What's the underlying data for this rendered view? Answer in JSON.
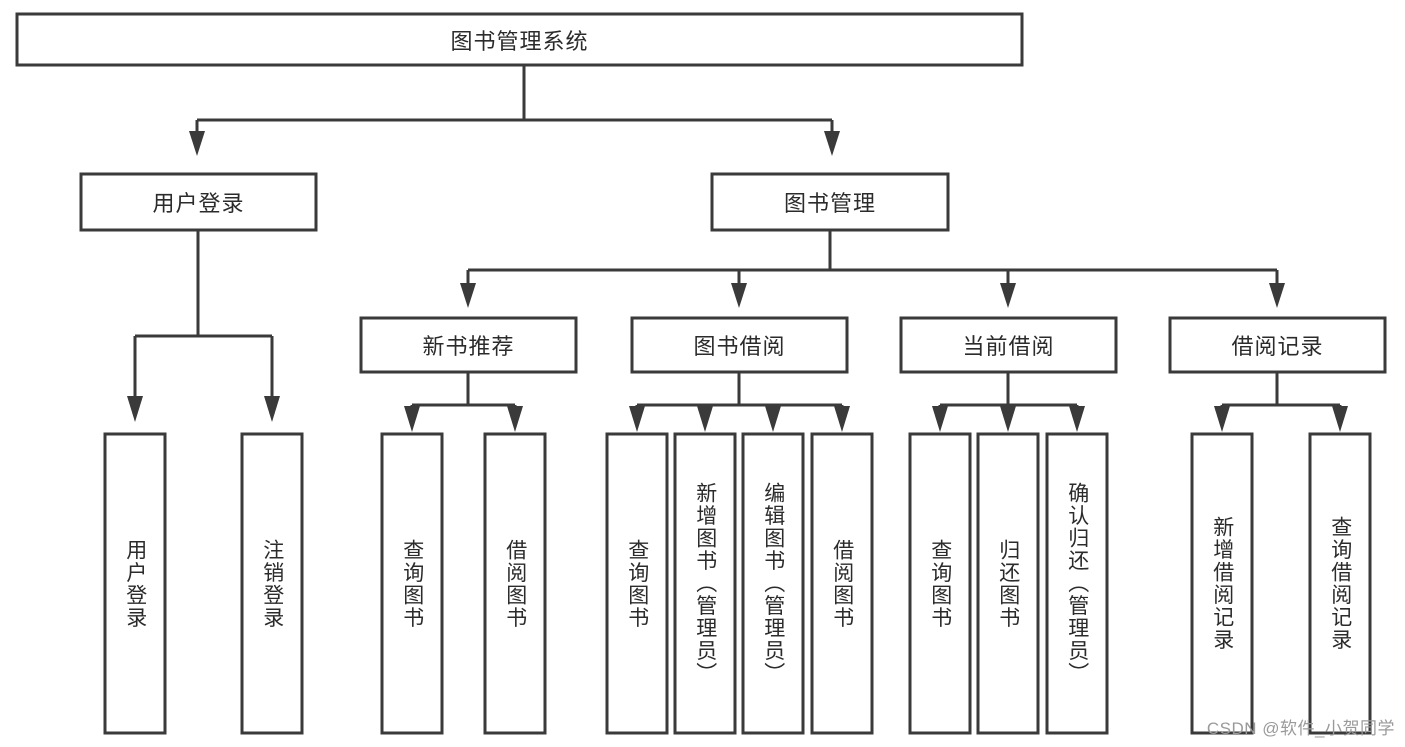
{
  "diagram": {
    "type": "hierarchy-tree",
    "title": "图书管理系统",
    "root": {
      "id": "root",
      "label": "图书管理系统"
    },
    "level1": [
      {
        "id": "user-login",
        "label": "用户登录"
      },
      {
        "id": "book-management",
        "label": "图书管理"
      }
    ],
    "level2": [
      {
        "id": "new-book-recommend",
        "label": "新书推荐",
        "parent": "book-management"
      },
      {
        "id": "book-borrow",
        "label": "图书借阅",
        "parent": "book-management"
      },
      {
        "id": "current-borrow",
        "label": "当前借阅",
        "parent": "book-management"
      },
      {
        "id": "borrow-record",
        "label": "借阅记录",
        "parent": "book-management"
      }
    ],
    "leaves": {
      "user-login": [
        {
          "id": "leaf-user-login",
          "label": "用户登录"
        },
        {
          "id": "leaf-logout",
          "label": "注销登录"
        }
      ],
      "new-book-recommend": [
        {
          "id": "leaf-query-book-1",
          "label": "查询图书"
        },
        {
          "id": "leaf-borrow-book-1",
          "label": "借阅图书"
        }
      ],
      "book-borrow": [
        {
          "id": "leaf-query-book-2",
          "label": "查询图书"
        },
        {
          "id": "leaf-add-book",
          "label": "新增图书（管理员）"
        },
        {
          "id": "leaf-edit-book",
          "label": "编辑图书（管理员）"
        },
        {
          "id": "leaf-borrow-book-2",
          "label": "借阅图书"
        }
      ],
      "current-borrow": [
        {
          "id": "leaf-query-book-3",
          "label": "查询图书"
        },
        {
          "id": "leaf-return-book",
          "label": "归还图书"
        },
        {
          "id": "leaf-confirm-return",
          "label": "确认归还（管理员）"
        }
      ],
      "borrow-record": [
        {
          "id": "leaf-add-record",
          "label": "新增借阅记录"
        },
        {
          "id": "leaf-query-record",
          "label": "查询借阅记录"
        }
      ]
    }
  },
  "watermark": {
    "text": "CSDN @软件_小贺同学"
  },
  "colors": {
    "stroke": "#3a3a3a",
    "box_fill": "#ffffff",
    "text": "#2b2b2b",
    "background": "#ffffff",
    "watermark": "#9a9a9a"
  }
}
